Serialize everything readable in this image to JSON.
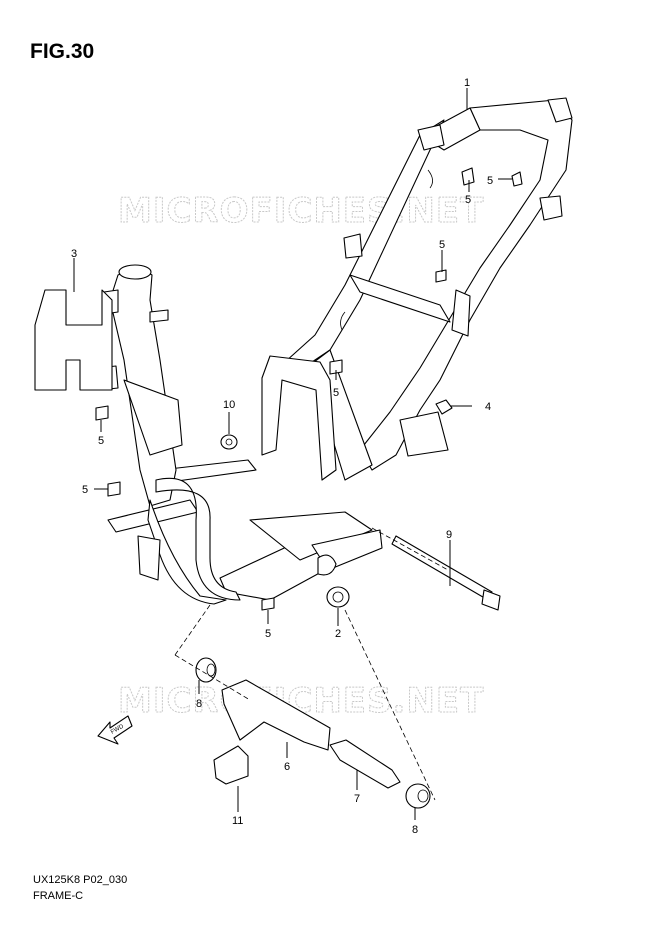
{
  "figure": {
    "title": "FIG.30"
  },
  "watermark": {
    "text": "MICROFICHES.NET"
  },
  "footer": {
    "code": "UX125K8 P02_030",
    "name": "FRAME-C"
  },
  "fwd_arrow": {
    "label": "FWD"
  },
  "callouts": {
    "c1": "1",
    "c2": "2",
    "c3": "3",
    "c4": "4",
    "c5a": "5",
    "c5b": "5",
    "c5c": "5",
    "c5d": "5",
    "c5e": "5",
    "c5f": "5",
    "c5g": "5",
    "c6": "6",
    "c7": "7",
    "c8a": "8",
    "c8b": "8",
    "c9": "9",
    "c10": "10",
    "c11": "11"
  }
}
